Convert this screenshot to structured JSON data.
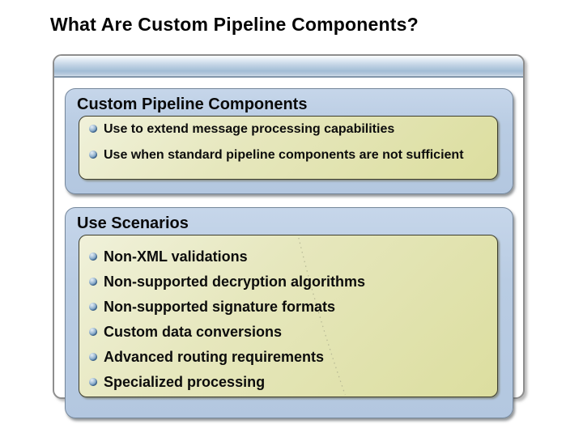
{
  "slide": {
    "title": "What Are Custom Pipeline Components?"
  },
  "sections": [
    {
      "heading": "Custom Pipeline Components",
      "bullets": [
        "Use to extend message processing capabilities",
        "Use when standard pipeline components are not sufficient"
      ]
    },
    {
      "heading": "Use Scenarios",
      "bullets": [
        "Non-XML validations",
        "Non-supported decryption algorithms",
        "Non-supported signature formats",
        "Custom data conversions",
        "Advanced routing requirements",
        "Specialized processing"
      ]
    }
  ],
  "icons": {
    "bullet": "sphere-bullet-icon"
  },
  "colors": {
    "title_text": "#050505",
    "header_band_blue": "#a3bdd6",
    "panel_blue": "#b9cce3",
    "panel_border": "#75879b",
    "khaki_box": "#dcde9f",
    "khaki_border": "#3d3d2c",
    "bullet_sphere": "#4f7fae",
    "card_border": "#8e8e8e",
    "background": "#ffffff"
  }
}
